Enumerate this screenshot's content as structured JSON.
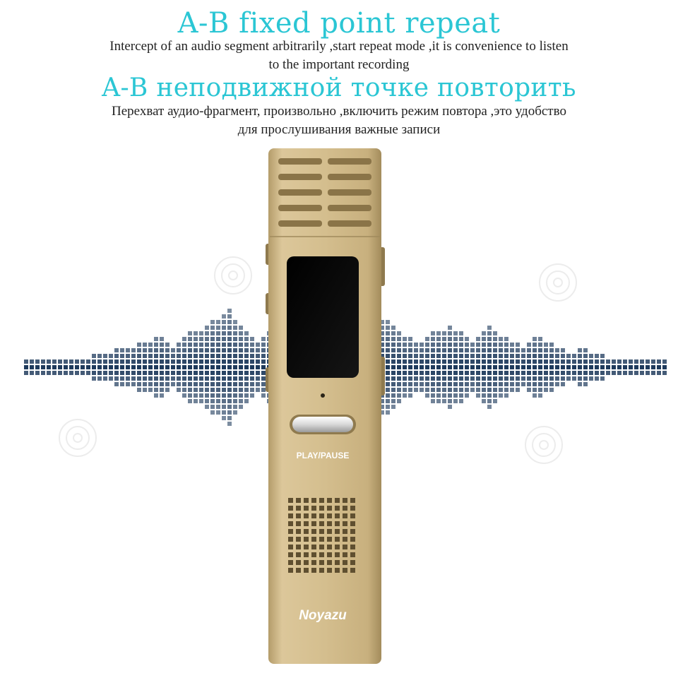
{
  "heading_en": "A-B fixed point repeat",
  "description_en_line1": "Intercept of an audio segment arbitrarily ,start repeat mode ,it is convenience to listen",
  "description_en_line2": "to the important recording",
  "heading_ru": "A-B неподвижной точке повторить",
  "description_ru_line1": "Перехват аудио-фрагмент, произвольно ,включить режим повтора ,это удобство",
  "description_ru_line2": "для прослушивания важные записи",
  "device": {
    "button_label": "PLAY/PAUSE",
    "brand": "Noyazu",
    "body_color": "#d2bc8c",
    "accent_color": "#b59d6c"
  },
  "equalizer": {
    "color": "#1e3a5c",
    "column_heights": [
      1,
      1,
      1,
      1,
      1,
      1,
      1,
      1,
      1,
      1,
      1,
      1,
      2,
      2,
      2,
      2,
      3,
      3,
      3,
      3,
      4,
      4,
      4,
      5,
      5,
      4,
      3,
      4,
      5,
      6,
      6,
      6,
      7,
      8,
      8,
      9,
      10,
      8,
      7,
      6,
      5,
      4,
      5,
      6,
      6,
      7,
      7,
      6,
      5,
      4,
      5,
      6,
      6,
      5,
      4,
      4,
      3,
      3,
      4,
      5,
      6,
      7,
      7,
      8,
      8,
      7,
      6,
      5,
      5,
      4,
      4,
      5,
      6,
      6,
      6,
      7,
      6,
      6,
      5,
      4,
      5,
      6,
      7,
      6,
      5,
      5,
      4,
      4,
      3,
      4,
      5,
      5,
      4,
      4,
      3,
      3,
      2,
      2,
      3,
      3,
      2,
      2,
      2,
      1,
      1,
      1,
      1,
      1,
      1,
      1,
      1,
      1,
      1,
      1
    ]
  }
}
